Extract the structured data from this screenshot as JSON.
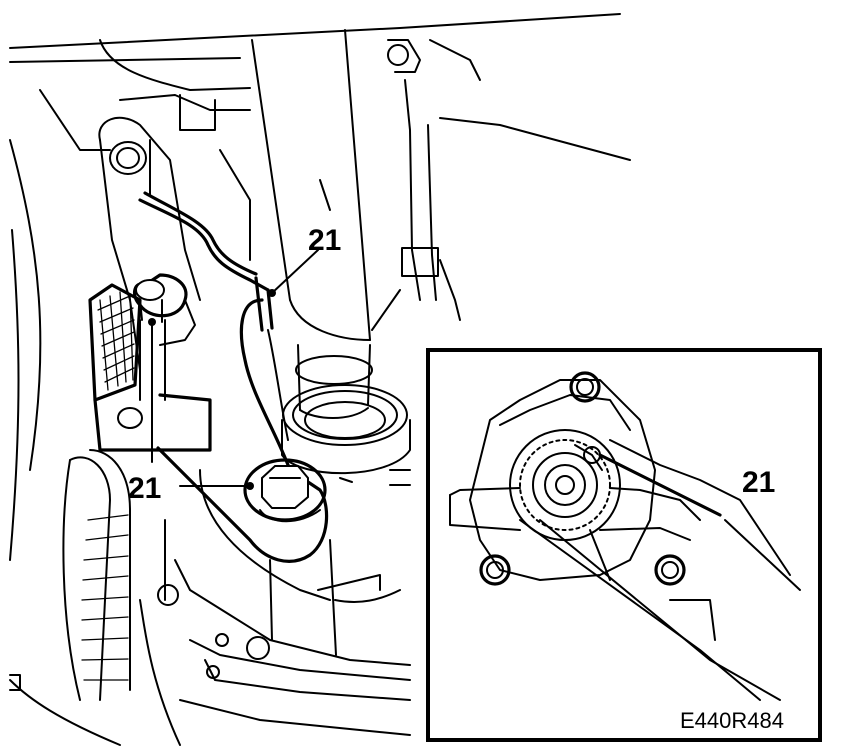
{
  "callouts": {
    "upper": "21",
    "lower": "21",
    "detail": "21"
  },
  "reference_code": "E440R484",
  "colors": {
    "ink": "#000000",
    "paper": "#ffffff"
  }
}
